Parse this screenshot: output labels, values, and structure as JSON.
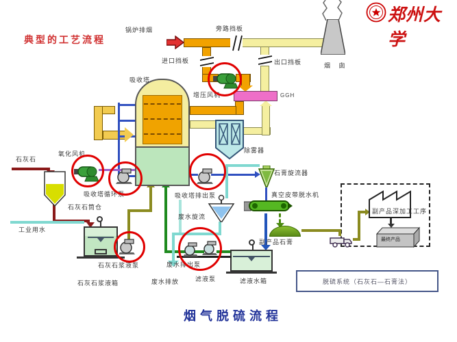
{
  "header": {
    "title": "典型的工艺流程",
    "university_name": "郑州大学"
  },
  "footer": {
    "title": "烟气脱硫流程"
  },
  "caption_box": {
    "text": "脱硫系统（石灰石—石膏法）"
  },
  "labels": {
    "boiler_exhaust": "锅炉排烟",
    "bypass_damper": "旁路挡板",
    "inlet_damper": "进口挡板",
    "outlet_damper": "出口挡板",
    "chimney": "烟 囱",
    "absorber": "吸收塔",
    "booster_fan": "增压风机",
    "ggh": "GGH",
    "demister": "除雾器",
    "oxidation_fan": "氧化风机",
    "circulation_pump": "吸收塔循环泵",
    "absorber_discharge_pump": "吸收塔排出泵",
    "limestone": "石灰石",
    "limestone_silo": "石灰石筒仓",
    "industrial_water": "工业用水",
    "limestone_slurry_pump": "石灰石浆液泵",
    "limestone_slurry_tank": "石灰石浆液箱",
    "wastewater_cyclone": "废水旋流",
    "wastewater_discharge_pump": "废水排出泵",
    "wastewater_discharge": "废水排放",
    "filtrate_pump": "滤液泵",
    "filtrate_tank": "滤液水箱",
    "gypsum_cyclone": "石膏旋流器",
    "vacuum_belt_dehydrator": "真空皮带脱水机",
    "byproduct_gypsum": "副产品石膏",
    "byproduct_processing": "副产品深加工工序",
    "final_product": "最终产品"
  },
  "icons": {
    "university_seal": "red-ring-star-seal",
    "chimney_smoke": "zigzag-lines",
    "boiler_flow": "red-right-arrow",
    "highlight": "red-circle-outline"
  },
  "colors": {
    "highlight_circle": "#e00000",
    "title_red": "#d03030",
    "university_red": "#cc1111",
    "footer_blue": "#223399",
    "flue_gas_duct": "#f2a200",
    "clean_gas_duct": "#f5efa0",
    "ggh_pink": "#ee6fc8",
    "limestone_line": "#8b1a1a",
    "water_line": "#7fd8d0",
    "slurry_line": "#3050c0",
    "oxidation_line": "#9a5cc8",
    "filtrate_line": "#1f8a1f",
    "gypsum_line": "#8b8b20"
  }
}
